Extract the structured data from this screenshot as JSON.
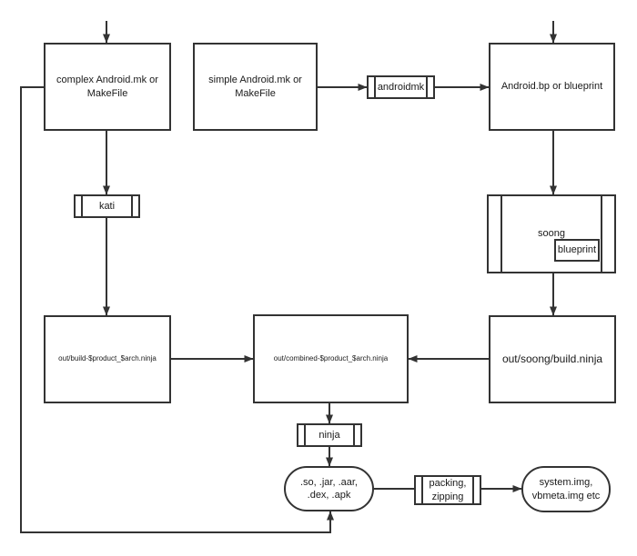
{
  "diagram": {
    "colors": {
      "line": "#333333",
      "text": "#1a1a1a",
      "background": "#ffffff",
      "node_fill": "#ffffff"
    },
    "nodes": {
      "complex_mk": {
        "label": "complex Android.mk or MakeFile",
        "shape": "rect"
      },
      "simple_mk": {
        "label": "simple Android.mk or MakeFile",
        "shape": "rect"
      },
      "androidmk_tool": {
        "label": "androidmk",
        "shape": "predefined-process"
      },
      "android_bp": {
        "label": "Android.bp or blueprint",
        "shape": "rect"
      },
      "kati_tool": {
        "label": "kati",
        "shape": "predefined-process"
      },
      "soong_tool": {
        "label": "soong",
        "sublabel": "blueprint",
        "shape": "predefined-process"
      },
      "out_build_ninja": {
        "label": "out/build-$product_$arch.ninja",
        "shape": "rect"
      },
      "out_combined_ninja": {
        "label": "out/combined-$product_$arch.ninja",
        "shape": "rect"
      },
      "out_soong_ninja": {
        "label": "out/soong/build.ninja",
        "shape": "rect"
      },
      "ninja_tool": {
        "label": "ninja",
        "shape": "predefined-process"
      },
      "build_artifacts": {
        "label": ".so, .jar, .aar, .dex, .apk",
        "shape": "stadium"
      },
      "packing_zipping": {
        "label": "packing, zipping",
        "shape": "predefined-process"
      },
      "image_outputs": {
        "label": "system.img, vbmeta.img etc",
        "shape": "stadium"
      }
    },
    "edges": [
      {
        "from": "start",
        "to": "complex_mk"
      },
      {
        "from": "start",
        "to": "android_bp"
      },
      {
        "from": "simple_mk",
        "to": "androidmk_tool"
      },
      {
        "from": "androidmk_tool",
        "to": "android_bp"
      },
      {
        "from": "complex_mk",
        "to": "kati_tool"
      },
      {
        "from": "kati_tool",
        "to": "out_build_ninja"
      },
      {
        "from": "android_bp",
        "to": "soong_tool"
      },
      {
        "from": "soong_tool",
        "to": "out_soong_ninja"
      },
      {
        "from": "out_build_ninja",
        "to": "out_combined_ninja"
      },
      {
        "from": "out_soong_ninja",
        "to": "out_combined_ninja"
      },
      {
        "from": "out_combined_ninja",
        "to": "ninja_tool"
      },
      {
        "from": "ninja_tool",
        "to": "build_artifacts"
      },
      {
        "from": "build_artifacts",
        "to": "packing_zipping"
      },
      {
        "from": "packing_zipping",
        "to": "image_outputs"
      },
      {
        "from": "complex_mk",
        "to": "build_artifacts"
      }
    ]
  }
}
